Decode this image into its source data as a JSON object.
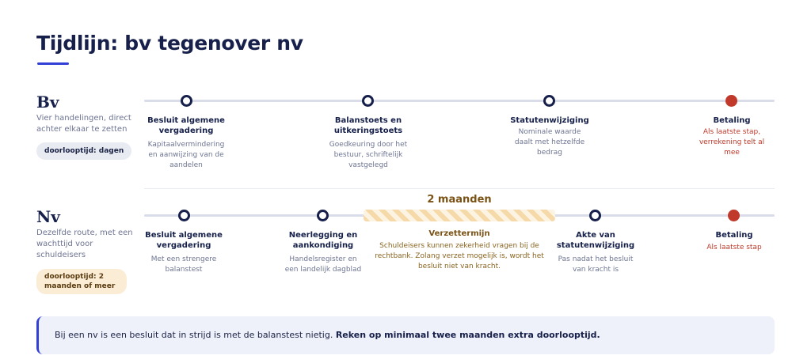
{
  "title": "Tijdlijn: bv tegenover nv",
  "bv": {
    "label": "Bv",
    "description": "Vier handelingen, direct achter elkaar te zetten",
    "badge": "doorlooptijd: dagen",
    "steps": [
      {
        "title": "Besluit algemene vergadering",
        "desc": "Kapitaalvermindering en aanwijzing van de aandelen"
      },
      {
        "title": "Balanstoets en uitkeringstoets",
        "desc": "Goedkeuring door het bestuur, schriftelijk vastgelegd"
      },
      {
        "title": "Statutenwijziging",
        "desc": "Nominale waarde daalt met hetzelfde bedrag"
      },
      {
        "title": "Betaling",
        "desc": "Als laatste stap, verrekening telt al mee"
      }
    ]
  },
  "nv": {
    "label": "Nv",
    "description": "Dezelfde route, met een wachttijd voor schuldeisers",
    "badge": "doorlooptijd: 2 maanden of meer",
    "period": {
      "label": "2 maanden",
      "title": "Verzettermijn",
      "desc": "Schuldeisers kunnen zekerheid vragen bij de rechtbank. Zolang verzet mogelijk is, wordt het besluit niet van kracht."
    },
    "steps": [
      {
        "title": "Besluit algemene vergadering",
        "desc": "Met een strengere balanstest"
      },
      {
        "title": "Neerlegging en aankondiging",
        "desc": "Handelsregister en een landelijk dagblad"
      },
      {
        "title": "Akte van statutenwijziging",
        "desc": "Pas nadat het besluit van kracht is"
      },
      {
        "title": "Betaling",
        "desc": "Als laatste stap"
      }
    ]
  },
  "note": {
    "text": "Bij een nv is een besluit dat in strijd is met de balanstest nietig.",
    "emphasis": "Reken op minimaal twee maanden extra doorlooptijd."
  },
  "colors": {
    "navy": "#16204a",
    "accent": "#3340d8",
    "final": "#c0392b",
    "period": "#f6d9a9"
  }
}
